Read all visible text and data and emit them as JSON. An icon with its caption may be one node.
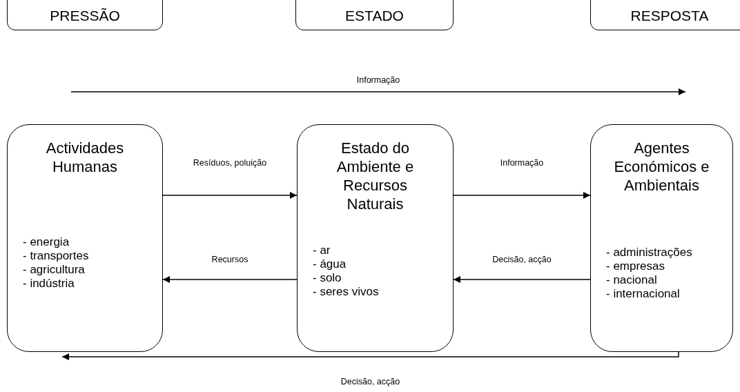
{
  "diagram": {
    "nodes": [
      {
        "text": [
          "PRESSÃO"
        ]
      },
      {
        "text": [
          "ESTADO"
        ]
      },
      {
        "text": [
          "RESPOSTA"
        ]
      },
      {
        "text": [
          "Actividades Humanas",
          "- energia",
          "- transportes",
          "- agricultura",
          "- indústria"
        ]
      },
      {
        "text": [
          "Estado do Ambiente e Recursos Naturais",
          "- ar",
          "- água",
          "- solo",
          "- seres vivos"
        ]
      },
      {
        "text": [
          "Agentes Económicos e Ambientais",
          "- administrações",
          "- empresas",
          "- nacional",
          "- internacional"
        ]
      }
    ],
    "edges": [
      {
        "from": 3,
        "to": 4,
        "arrow": "to",
        "label": "Resíduos, poluição"
      },
      {
        "from": 4,
        "to": 5,
        "arrow": "to",
        "label": "Informação"
      },
      {
        "from": 4,
        "to": 3,
        "arrow": "to",
        "label": "Recursos"
      },
      {
        "from": 5,
        "to": 4,
        "arrow": "to",
        "label": "Decisão, acção"
      },
      {
        "from": 5,
        "to": 3,
        "arrow": "to",
        "label": "Decisão, acção"
      }
    ],
    "labels": [
      "Informação"
    ]
  }
}
